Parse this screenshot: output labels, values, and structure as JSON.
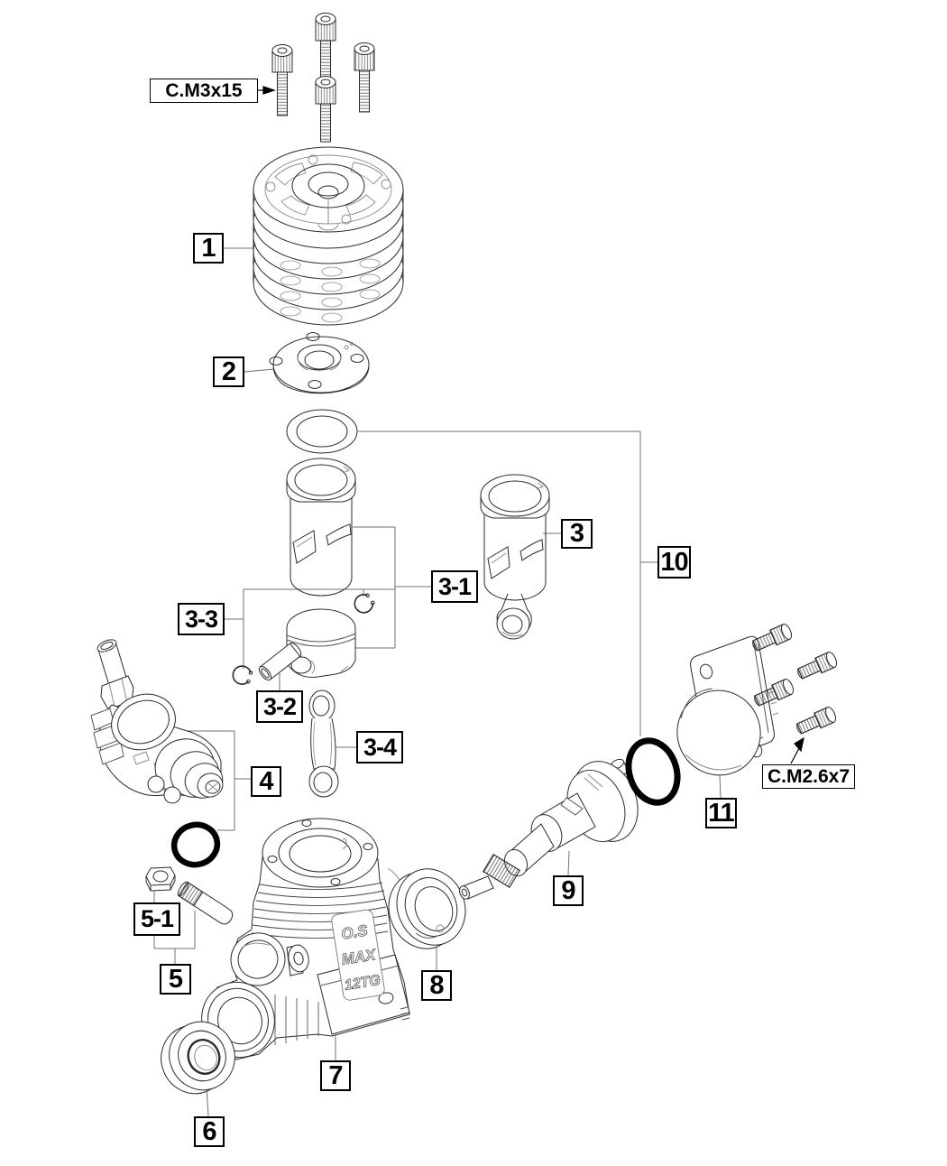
{
  "callouts": [
    {
      "id": "1"
    },
    {
      "id": "2"
    },
    {
      "id": "3"
    },
    {
      "id": "3-1"
    },
    {
      "id": "3-2"
    },
    {
      "id": "3-3"
    },
    {
      "id": "3-4"
    },
    {
      "id": "4"
    },
    {
      "id": "5"
    },
    {
      "id": "5-1"
    },
    {
      "id": "6"
    },
    {
      "id": "7"
    },
    {
      "id": "8"
    },
    {
      "id": "9"
    },
    {
      "id": "10"
    },
    {
      "id": "11"
    }
  ],
  "spec_labels": {
    "head_screws": "C.M3x15",
    "backplate_screws": "C.M2.6x7"
  },
  "engraving": {
    "line1": "O.S",
    "line2": "MAX",
    "line3": "12TG"
  },
  "colors": {
    "line": "#2b2b2b",
    "detail": "#8a8a8a",
    "leader": "#707070",
    "oring": "#000000"
  }
}
